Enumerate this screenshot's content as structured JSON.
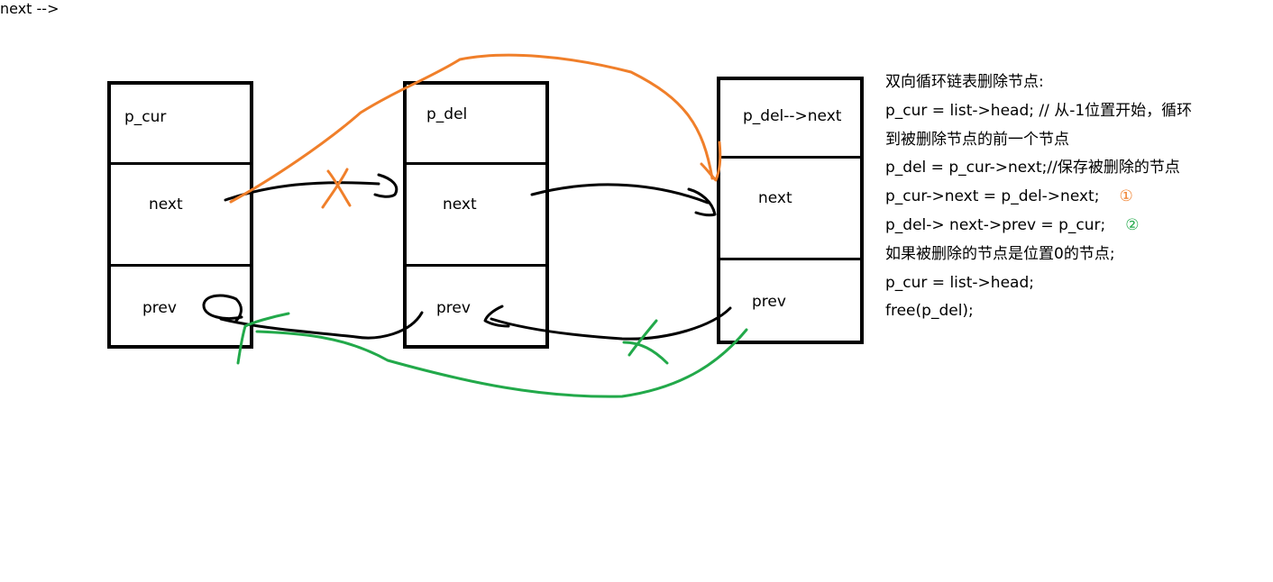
{
  "nodes": [
    {
      "cells": [
        "p_cur",
        "next",
        "prev"
      ]
    },
    {
      "cells": [
        "p_del",
        "next",
        "prev"
      ]
    },
    {
      "cells": [
        "p_del-->next",
        "next",
        "prev"
      ]
    }
  ],
  "notes": {
    "title": "双向循环链表删除节点:",
    "line1": "p_cur = list->head; // 从-1位置开始，循环",
    "line2": "到被删除节点的前一个节点",
    "line3": "p_del = p_cur->next;//保存被删除的节点",
    "line4": "p_cur->next = p_del->next;",
    "marker4": "①",
    "line5": "p_del->  next->prev = p_cur;",
    "marker5": "②",
    "line6": "如果被删除的节点是位置0的节点;",
    "line7": "p_cur = list->head;",
    "line8": "free(p_del);"
  },
  "colors": {
    "orange": "#f07f2a",
    "green": "#22a94a",
    "black": "#000000"
  }
}
